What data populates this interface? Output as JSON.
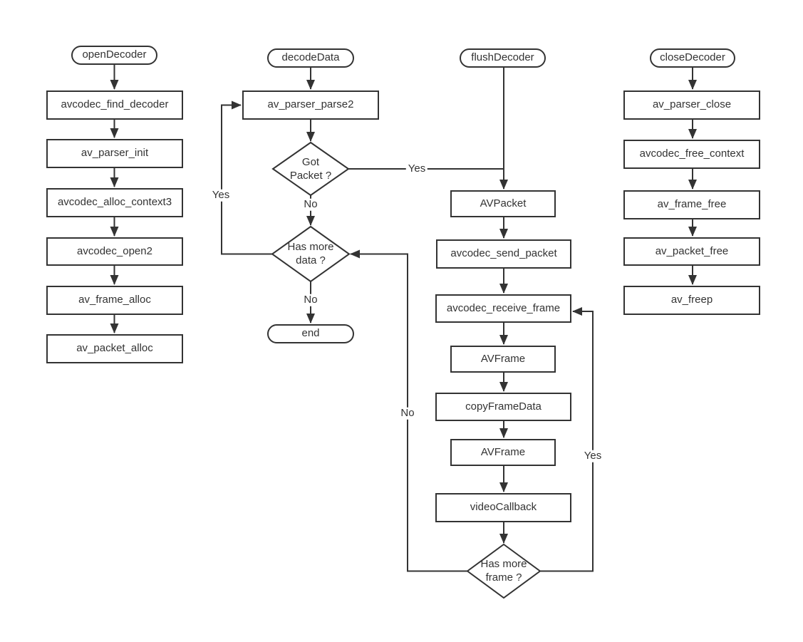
{
  "diagram": {
    "colors": {
      "stroke": "#333333",
      "text": "#333333",
      "background": "#ffffff"
    },
    "open": {
      "start": "openDecoder",
      "steps": [
        "avcodec_find_decoder",
        "av_parser_init",
        "avcodec_alloc_context3",
        "avcodec_open2",
        "av_frame_alloc",
        "av_packet_alloc"
      ]
    },
    "decode": {
      "start": "decodeData",
      "parse": "av_parser_parse2",
      "got_packet": "Got\nPacket ?",
      "has_more_data": "Has more\ndata ?",
      "end": "end",
      "labels": {
        "loop_yes": "Yes",
        "no_to_has_more": "No",
        "no_to_end": "No",
        "yes_to_flush": "Yes"
      }
    },
    "flush": {
      "start": "flushDecoder",
      "steps": [
        "AVPacket",
        "avcodec_send_packet",
        "avcodec_receive_frame",
        "AVFrame",
        "copyFrameData",
        "AVFrame",
        "videoCallback"
      ],
      "has_more_frame": "Has more\nframe ?",
      "labels": {
        "loop_yes": "Yes",
        "loop_no": "No"
      }
    },
    "close": {
      "start": "closeDecoder",
      "steps": [
        "av_parser_close",
        "avcodec_free_context",
        "av_frame_free",
        "av_packet_free",
        "av_freep"
      ]
    }
  }
}
